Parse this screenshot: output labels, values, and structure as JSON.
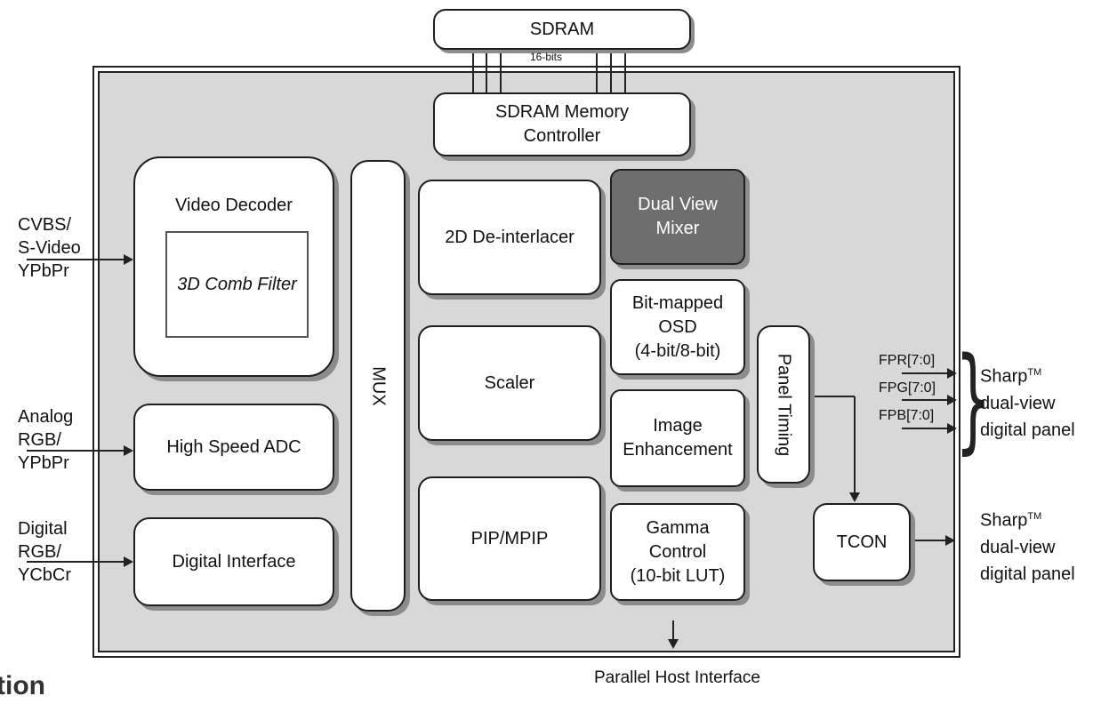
{
  "blocks": {
    "sdram": "SDRAM",
    "bus_width": "16-bits",
    "memory_controller": [
      "SDRAM Memory",
      "Controller"
    ],
    "video_decoder": "Video Decoder",
    "comb_filter": "3D Comb Filter",
    "high_speed_adc": "High Speed ADC",
    "digital_interface": "Digital Interface",
    "mux": "MUX",
    "deinterlacer": "2D De-interlacer",
    "scaler": "Scaler",
    "pip": "PIP/MPIP",
    "dual_view_mixer": [
      "Dual View",
      "Mixer"
    ],
    "osd": [
      "Bit-mapped",
      "OSD",
      "(4-bit/8-bit)"
    ],
    "image_enhancement": [
      "Image",
      "Enhancement"
    ],
    "gamma": [
      "Gamma",
      "Control",
      "(10-bit LUT)"
    ],
    "panel_timing": "Panel Timing",
    "tcon": "TCON"
  },
  "inputs": {
    "cvbs": [
      "CVBS/",
      "S-Video",
      "YPbPr"
    ],
    "analog": [
      "Analog",
      "RGB/",
      "YPbPr"
    ],
    "digital": [
      "Digital",
      "RGB/",
      "YCbCr"
    ]
  },
  "outputs": {
    "fpr": "FPR[7:0]",
    "fpg": "FPG[7:0]",
    "fpb": "FPB[7:0]",
    "panel_1": {
      "brand": "Sharp",
      "tm": "TM",
      "line2": "dual-view",
      "line3": "digital panel"
    },
    "panel_2": {
      "brand": "Sharp",
      "tm": "TM",
      "line2": "dual-view",
      "line3": "digital panel"
    },
    "host_interface": "Parallel Host Interface"
  },
  "footer_fragment": "tion",
  "colors": {
    "chip_background": "#d8d8d8",
    "mixer_fill": "#6e6e6e",
    "shadow": "#8c8c8c"
  }
}
